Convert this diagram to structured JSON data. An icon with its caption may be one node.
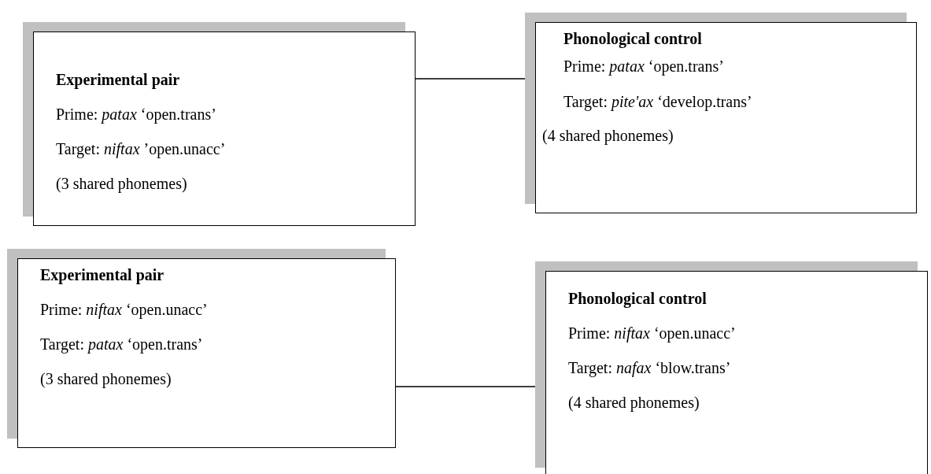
{
  "diagram": {
    "nodes": [
      {
        "text": [
          "Experimental pair",
          "Prime: *patax*  ‘open.trans’",
          "Target: *niftax* ’open.unacc’",
          "(3 shared phonemes)"
        ]
      },
      {
        "text": [
          "Phonological control",
          "Prime: *patax*  ‘open.trans’",
          "Target: *pite'ax* ‘develop.trans’",
          "(4 shared phonemes)"
        ]
      },
      {
        "text": [
          "Experimental pair",
          "Prime: *niftax* ‘open.unacc’",
          "Target: *patax* ‘open.trans’",
          "(3 shared phonemes)"
        ]
      },
      {
        "text": [
          "Phonological control",
          "Prime: *niftax* ‘open.unacc’",
          "Target: *nafax* ‘blow.trans’",
          "(4 shared phonemes)"
        ]
      }
    ],
    "edges": [
      {
        "from": 0,
        "to": 1,
        "arrow": "none"
      },
      {
        "from": 2,
        "to": 3,
        "arrow": "none"
      }
    ]
  }
}
